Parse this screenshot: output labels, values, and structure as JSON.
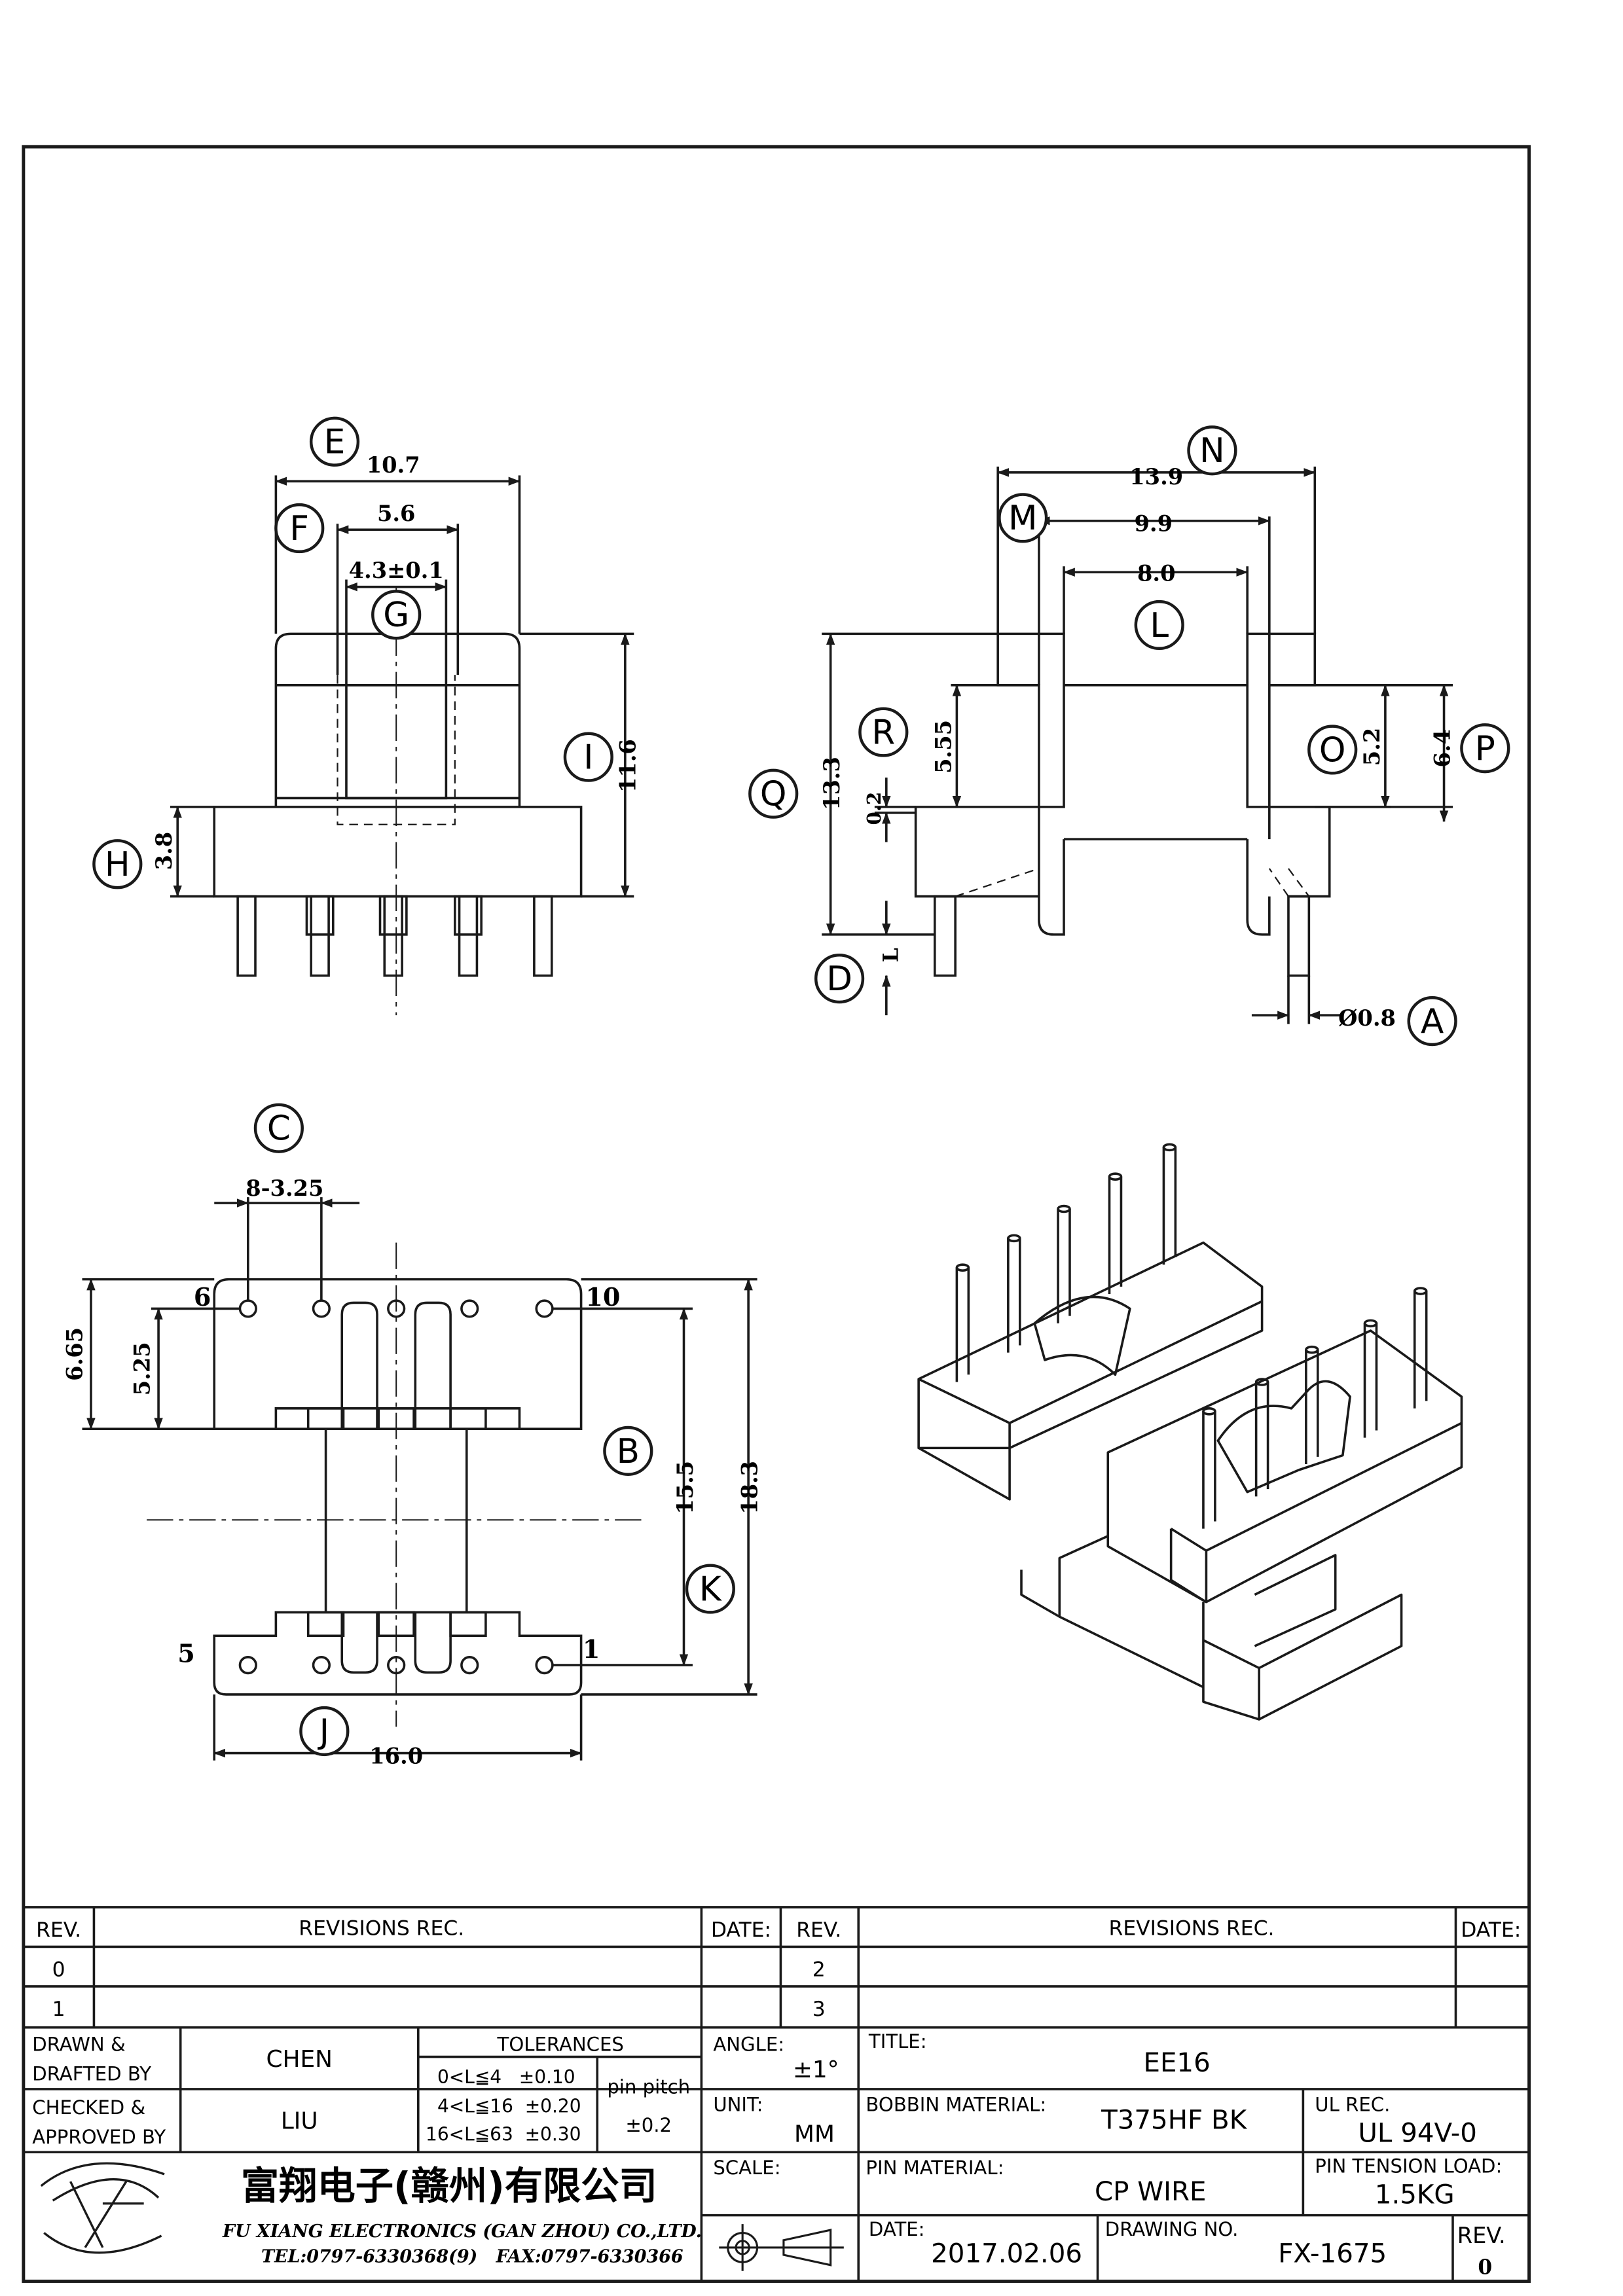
{
  "drawing": {
    "dims": {
      "E": "10.7",
      "F": "5.6",
      "G": "4.3±0.1",
      "H": "3.8",
      "I": "11.6",
      "N": "13.9",
      "M": "9.9",
      "L": "8.0",
      "R": "5.55",
      "Q": "13.3",
      "gap": "0.2",
      "O": "5.2",
      "P": "6.4",
      "D": "L",
      "A": "Ø0.8",
      "C": "8-3.25",
      "B": "15.5",
      "K": "18.3",
      "J": "16.0",
      "left_h1": "6.65",
      "left_h2": "5.25"
    },
    "balloons": [
      "A",
      "B",
      "C",
      "D",
      "E",
      "F",
      "G",
      "H",
      "I",
      "J",
      "K",
      "L",
      "M",
      "N",
      "O",
      "P",
      "Q",
      "R"
    ],
    "pins": {
      "p1": "1",
      "p5": "5",
      "p6": "6",
      "p10": "10"
    }
  },
  "title_block": {
    "rev_header": "REV.",
    "revisions_header": "REVISIONS   REC.",
    "date_header": "DATE:",
    "rev_rows_left": [
      "0",
      "1"
    ],
    "rev_rows_right": [
      "2",
      "3"
    ],
    "drawn_label_1": "DRAWN &",
    "drawn_label_2": "DRAFTED BY",
    "drawn_by": "CHEN",
    "checked_label_1": "CHECKED &",
    "checked_label_2": "APPROVED BY",
    "approved_by": "LIU",
    "tolerances_label": "TOLERANCES",
    "tol_rows": [
      "0<L≦4   ±0.10",
      "4<L≦16  ±0.20",
      "16<L≦63  ±0.30"
    ],
    "pin_pitch_label": "pin pitch",
    "pin_pitch_value": "±0.2",
    "angle_label": "ANGLE:",
    "angle_value": "±1°",
    "unit_label": "UNIT:",
    "unit_value": "MM",
    "scale_label": "SCALE:",
    "title_label": "TITLE:",
    "title_value": "EE16",
    "bobbin_label": "BOBBIN MATERIAL:",
    "bobbin_value": "T375HF BK",
    "ul_label": "UL REC.",
    "ul_value": "UL 94V-0",
    "pin_material_label": "PIN MATERIAL:",
    "pin_material_value": "CP WIRE",
    "pin_tension_label": "PIN TENSION LOAD:",
    "pin_tension_value": "1.5KG",
    "date_label": "DATE:",
    "date_value": "2017.02.06",
    "drawing_no_label": "DRAWING NO.",
    "drawing_no_value": "FX-1675",
    "rev_label": "REV.",
    "rev_value": "0",
    "company_cn": "富翔电子(赣州)有限公司",
    "company_en": "FU XIANG ELECTRONICS (GAN ZHOU) CO.,LTD.",
    "tel": "TEL:0797-6330368(9)",
    "fax": "FAX:0797-6330366"
  },
  "colors": {
    "ink": "#1a1a1a",
    "paper": "#ffffff",
    "hidden": "#555555"
  }
}
